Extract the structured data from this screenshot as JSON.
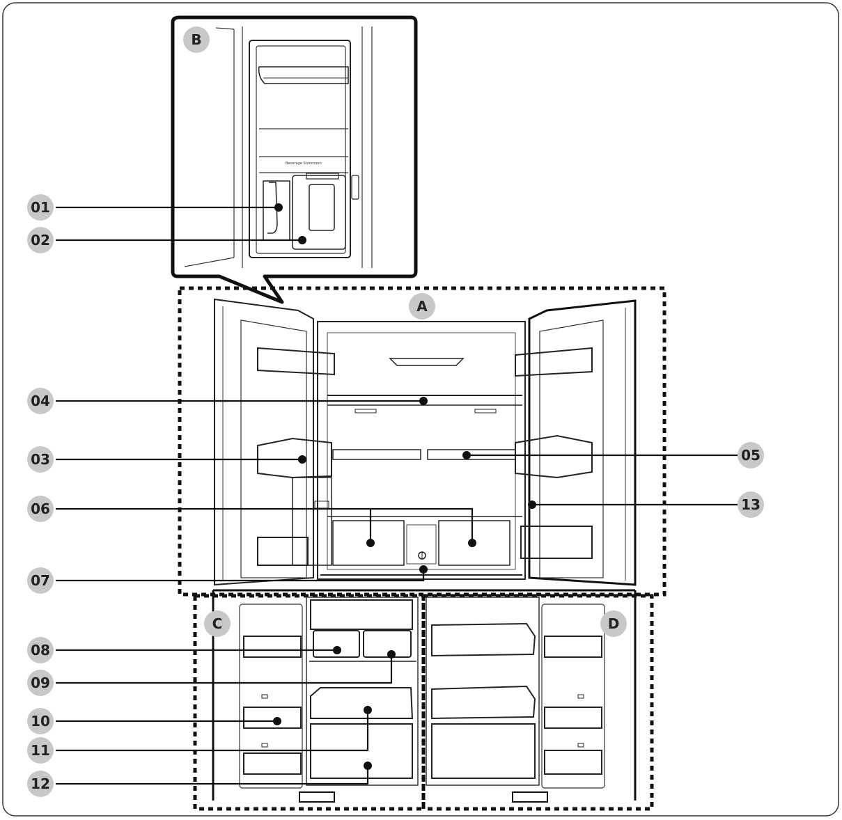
{
  "zones": {
    "a": "A",
    "b": "B",
    "c": "C",
    "d": "D"
  },
  "callouts": {
    "c01": "01",
    "c02": "02",
    "c03": "03",
    "c04": "04",
    "c05": "05",
    "c06": "06",
    "c07": "07",
    "c08": "08",
    "c09": "09",
    "c10": "10",
    "c11": "11",
    "c12": "12",
    "c13": "13"
  },
  "beverage_label": "Beverage Storeroom",
  "colors": {
    "line": "#111111",
    "badge": "#c8c8c8",
    "outline": "#333333"
  }
}
